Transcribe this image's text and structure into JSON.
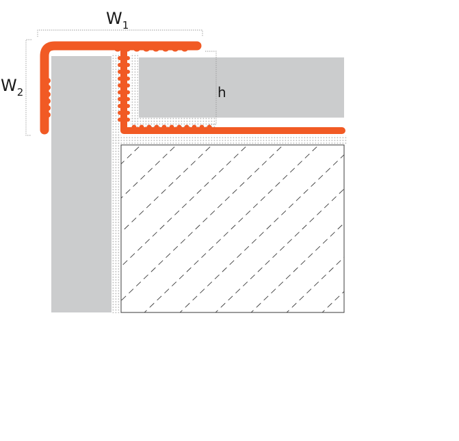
{
  "labels": {
    "w1": "W",
    "w1_sub": "1",
    "w2": "W",
    "w2_sub": "2",
    "h": "h"
  },
  "colors": {
    "profile": "#f15a24",
    "substrate": "#cbcccd",
    "adhesive_dot": "#b8b8b8",
    "dimension_line": "#9a9a9a",
    "hatch": "#3a3a3a",
    "background": "#ffffff"
  }
}
